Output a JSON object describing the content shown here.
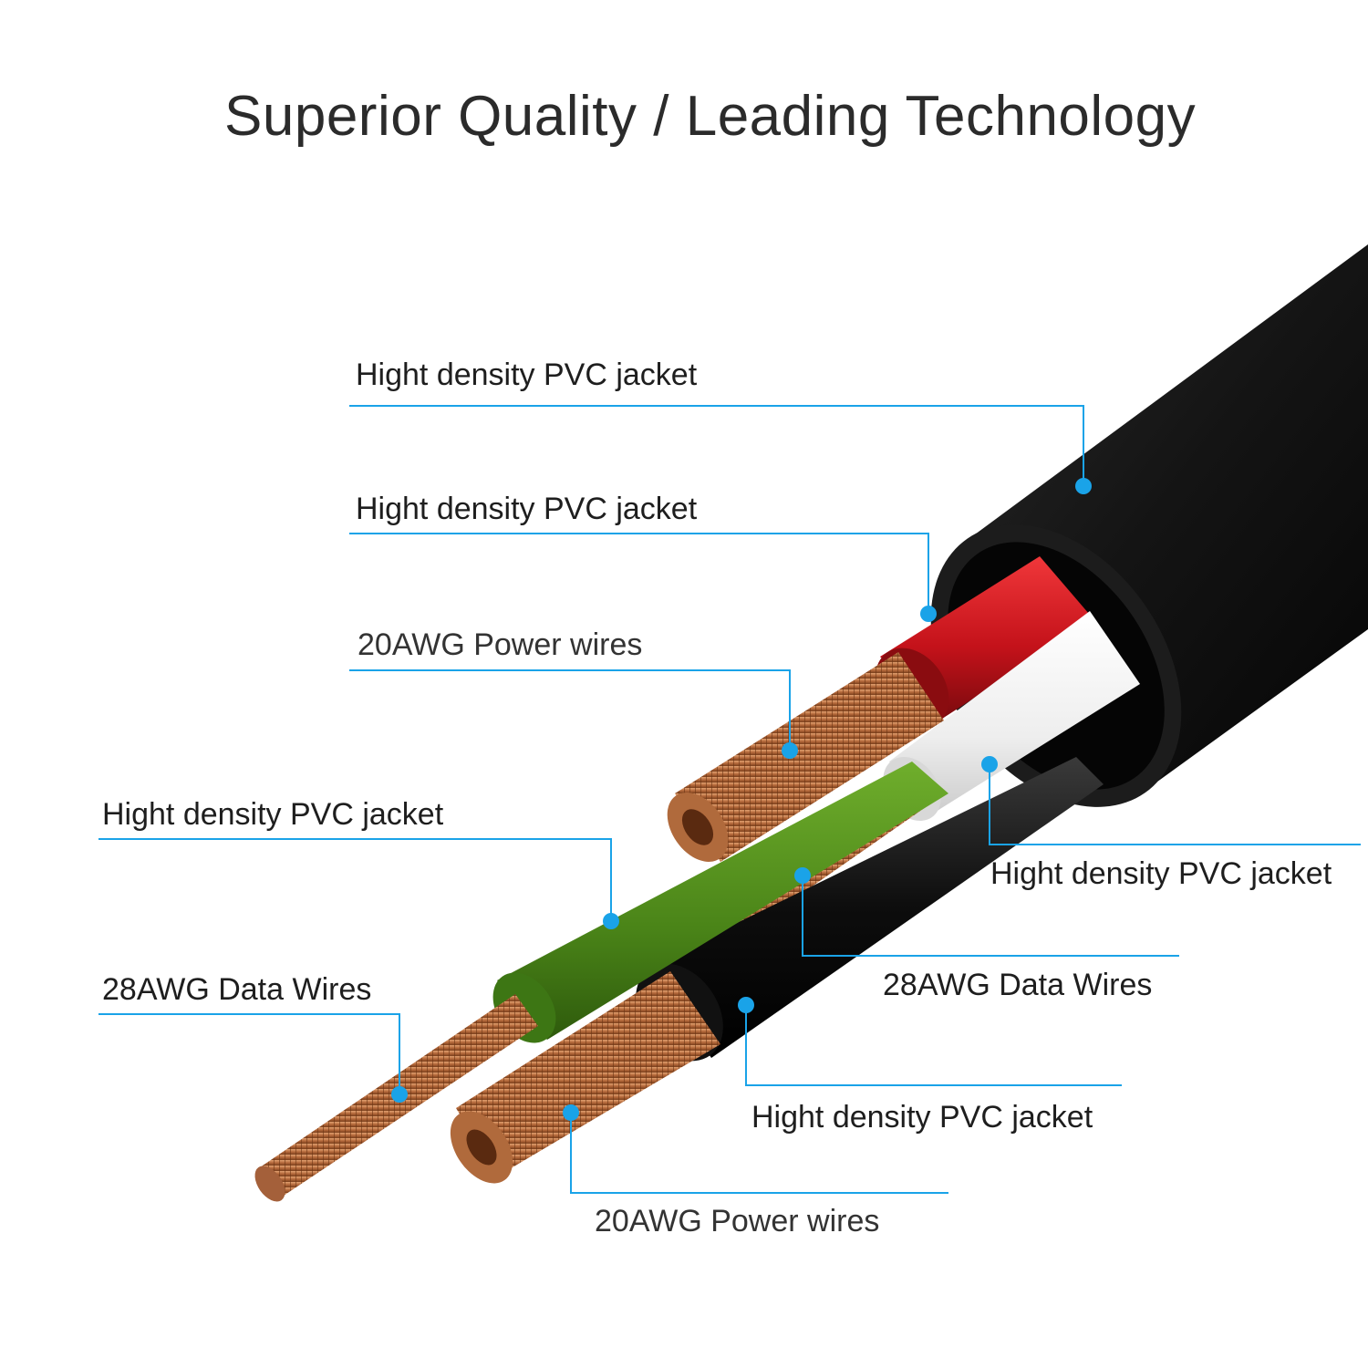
{
  "title": "Superior Quality /  Leading Technology",
  "colors": {
    "accent": "#1aa3e8",
    "jacket_outer": "#111111",
    "red_insulation": "#d0181b",
    "white_insulation": "#f2f2f2",
    "green_insulation": "#4f8a1e",
    "black_insulation": "#0b0b0b",
    "copper": "#b8703f"
  },
  "labels": {
    "outer_jacket": "Hight density PVC jacket",
    "red_jacket": "Hight density PVC jacket",
    "power_top": "20AWG Power wires",
    "green_jacket": "Hight density PVC jacket",
    "white_jacket": "Hight density PVC jacket",
    "data_right": "28AWG Data Wires",
    "data_left": "28AWG Data Wires",
    "black_jacket": "Hight density PVC jacket",
    "power_bottom": "20AWG Power wires"
  }
}
